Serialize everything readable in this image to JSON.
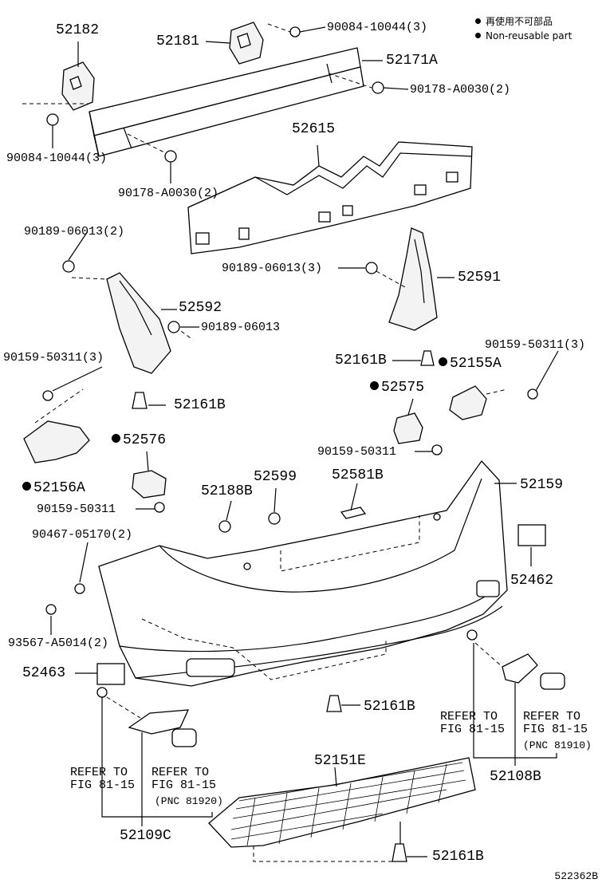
{
  "legend": {
    "japanese": "再使用不可部品",
    "english": "Non-reusable part"
  },
  "figure_id": "522362B",
  "labels": {
    "p52182": "52182",
    "p52181": "52181",
    "p90084_top": "90084-10044(3)",
    "p52171A": "52171A",
    "p90178_right": "90178-A0030(2)",
    "p52615": "52615",
    "p90084_left": "90084-10044(3)",
    "p90178_left": "90178-A0030(2)",
    "p90189_2": "90189-06013(2)",
    "p90189_3": "90189-06013(3)",
    "p52591": "52591",
    "p52592": "52592",
    "p90189_single": "90189-06013",
    "p90159_left3": "90159-50311(3)",
    "p52161B_center": "52161B",
    "p90159_right3": "90159-50311(3)",
    "p52155A": "52155A",
    "p52161B_left": "52161B",
    "p52575": "52575",
    "p52576": "52576",
    "p90159_mid": "90159-50311",
    "p52156A": "52156A",
    "p52599": "52599",
    "p52581B": "52581B",
    "p52188B": "52188B",
    "p52159": "52159",
    "p90159_lower": "90159-50311",
    "p90467": "90467-05170(2)",
    "p52462": "52462",
    "p93567": "93567-A5014(2)",
    "p52463": "52463",
    "p52161B_bottom_mid": "52161B",
    "p52151E": "52151E",
    "p52108B": "52108B",
    "p52109C": "52109C",
    "p52161B_bottom": "52161B"
  },
  "refer": {
    "right_a_line1": "REFER TO",
    "right_a_line2": "FIG 81-15",
    "right_b_line1": "REFER TO",
    "right_b_line2": "FIG 81-15",
    "right_b_line3": "(PNC 81910)",
    "left_a_line1": "REFER TO",
    "left_a_line2": "FIG 81-15",
    "left_b_line1": "REFER TO",
    "left_b_line2": "FIG 81-15",
    "left_b_line3": "(PNC 81920)"
  }
}
